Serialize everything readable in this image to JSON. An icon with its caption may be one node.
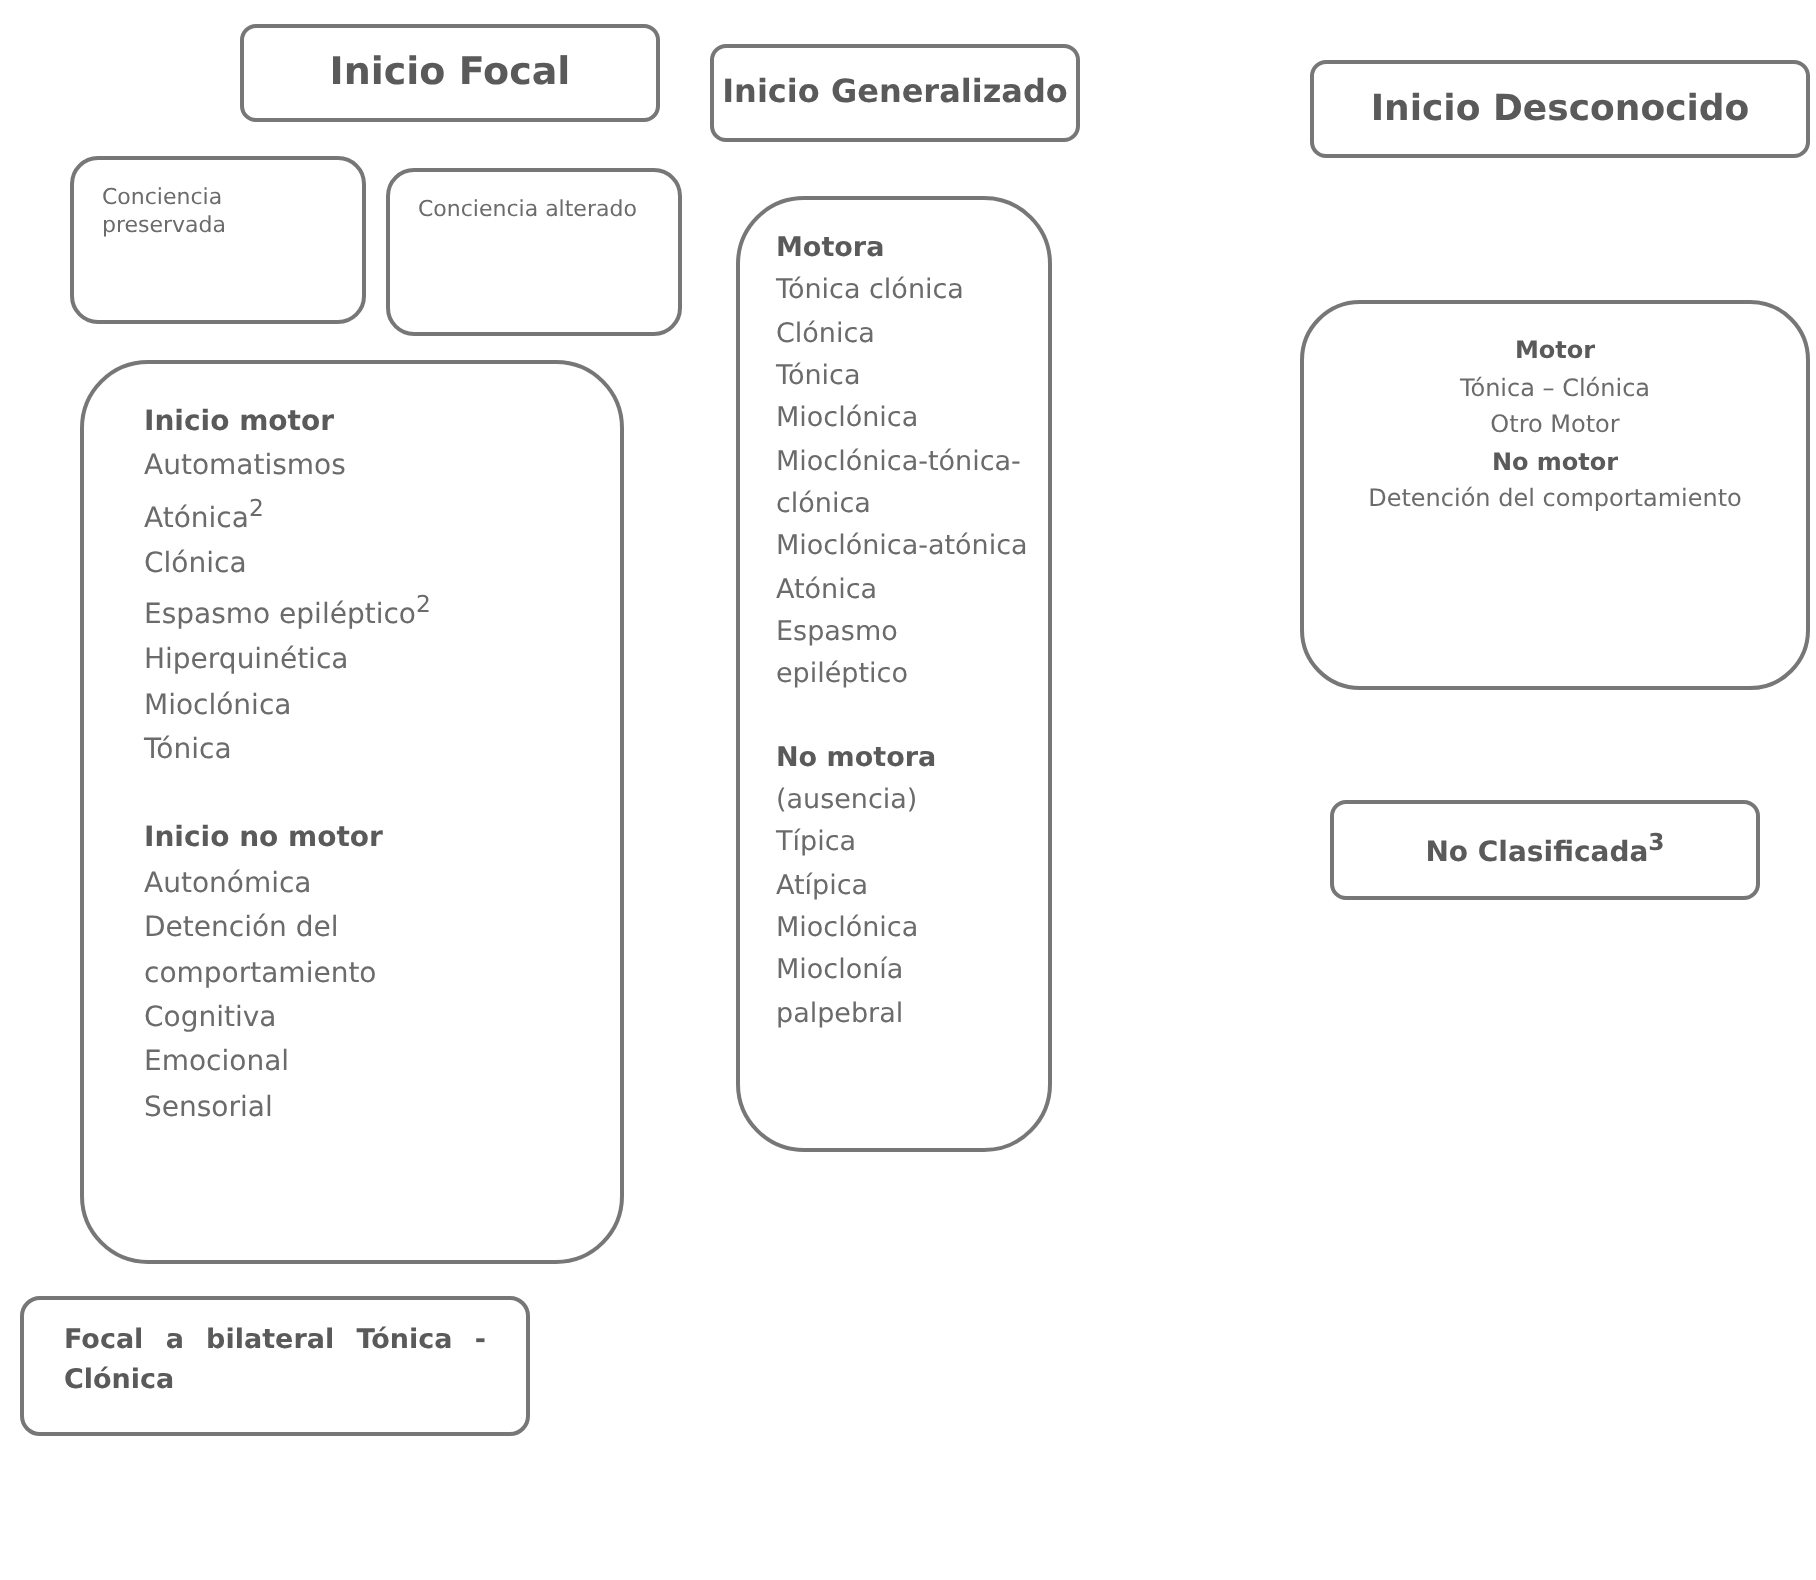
{
  "diagram": {
    "nodes": [
      {
        "text": [
          "Inicio Focal"
        ]
      },
      {
        "text": [
          "Inicio Generalizado"
        ]
      },
      {
        "text": [
          "Inicio Desconocido"
        ]
      },
      {
        "text": [
          "Conciencia preservada"
        ]
      },
      {
        "text": [
          "Conciencia alterado"
        ]
      },
      {
        "text": [
          "Inicio motor",
          "Automatismos",
          "Atónica$^{2}$",
          "Clónica",
          "Espasmo epiléptico$^{2}$",
          "Hiperquinética",
          "Mioclónica",
          "Tónica",
          "Inicio no motor",
          "Autonómica",
          "Detención del comportamiento",
          "Cognitiva",
          "Emocional",
          "Sensorial"
        ]
      },
      {
        "text": [
          "Motora",
          "Tónica clónica",
          "Clónica",
          "Tónica",
          "Mioclónica",
          "Mioclónica-tónica-clónica",
          "Mioclónica-atónica",
          "Atónica",
          "Espasmo epiléptico",
          "No motora",
          "(ausencia)",
          "Típica",
          "Atípica",
          "Mioclónica",
          "Mioclonía palpebral"
        ]
      },
      {
        "text": [
          "Motor",
          "Tónica – Clónica",
          "Otro Motor",
          "No motor",
          "Detención del comportamiento"
        ]
      },
      {
        "text": [
          "No Clasificada$^{3}$"
        ]
      },
      {
        "text": [
          "Focal a bilateral Tónica - Clónica"
        ]
      }
    ],
    "edges": []
  }
}
